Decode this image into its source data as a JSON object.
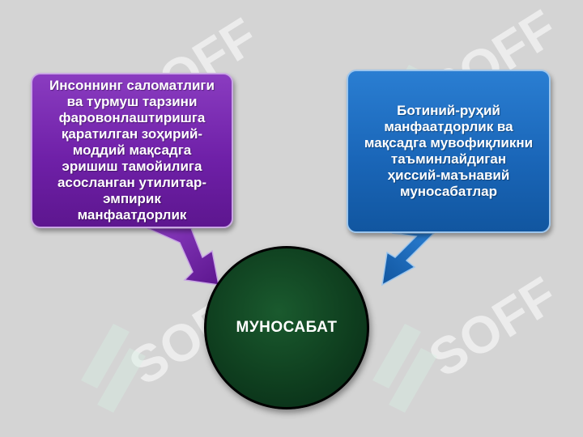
{
  "diagram": {
    "left_box": {
      "text": "Инсоннинг саломатлиги\nва турмуш тарзини\nфаровонлаштиришга\nқаратилган зоҳирий-\nмоддий мақсадга\nэришиш тамойилига\nасосланган утилитар-\nэмпирик\nманфаатдорлик",
      "color": "#7a2db5"
    },
    "right_box": {
      "text": "Ботиний-руҳий\nманфаатдорлик ва\nмақсадга мувофиқликни\nтаъминлайдиган\nҳиссий-маънавий\nмуносабатлар",
      "color": "#1f6fc4"
    },
    "center": {
      "label": "МУНОСАБАТ",
      "color": "#0f3f1f"
    },
    "watermark": {
      "text": "SOFF",
      "color": "#ffffff"
    }
  }
}
